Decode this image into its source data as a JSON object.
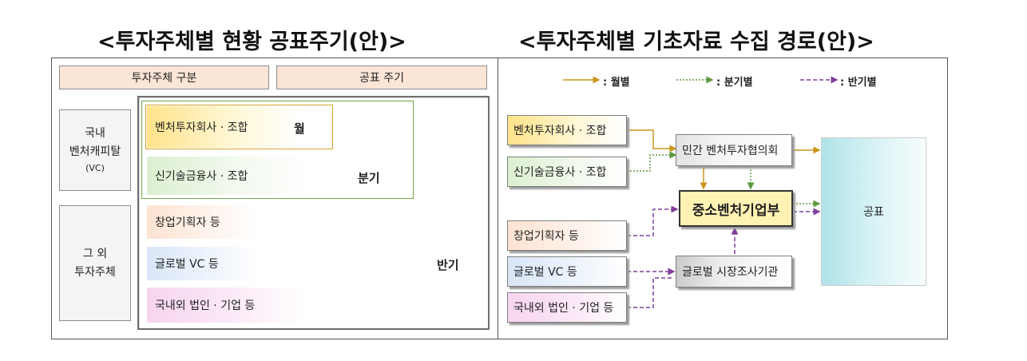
{
  "left_title": "<투자주체별 현황 공표주기(안)>",
  "right_title": "<투자주체별 기초자료 수집 경로(안)>",
  "left": {
    "headers": {
      "category": "투자주체 구분",
      "cycle": "공표 주기"
    },
    "groups": {
      "domestic_vc": {
        "line1": "국내",
        "line2": "벤처캐피탈",
        "line3": "(VC)"
      },
      "other": {
        "line1": "그 외",
        "line2": "투자주체"
      }
    },
    "items": {
      "vc_firms": "벤처투자회사 · 조합",
      "new_tech": "신기술금융사 · 조합",
      "planners": "창업기획자 등",
      "global_vc": "글로벌 VC 등",
      "corps": "국내외 법인 · 기업 등"
    },
    "periods": {
      "monthly": "월",
      "quarterly": "분기",
      "semiannual": "반기"
    }
  },
  "right": {
    "legend": {
      "monthly": ": 월별",
      "quarterly": ": 분기별",
      "semiannual": ": 반기별"
    },
    "sources": {
      "vc_firms": "벤처투자회사 · 조합",
      "new_tech": "신기술금융사 · 조합",
      "planners": "창업기획자 등",
      "global_vc": "글로벌 VC 등",
      "corps": "국내외 법인 · 기업 등"
    },
    "nodes": {
      "association": "민간 벤처투자협의회",
      "ministry": "중소벤처기업부",
      "research": "글로벌 시장조사기관",
      "publish": "공표"
    }
  },
  "colors": {
    "monthly": "#c9951a",
    "quarterly": "#5e9a3f",
    "semiannual": "#7e3e9a",
    "header_fill": "#fbe5d6",
    "group_fill": "#f4f4f4",
    "ministry_fill": "#fff2b3",
    "publish_fill": "#c9eef2"
  }
}
